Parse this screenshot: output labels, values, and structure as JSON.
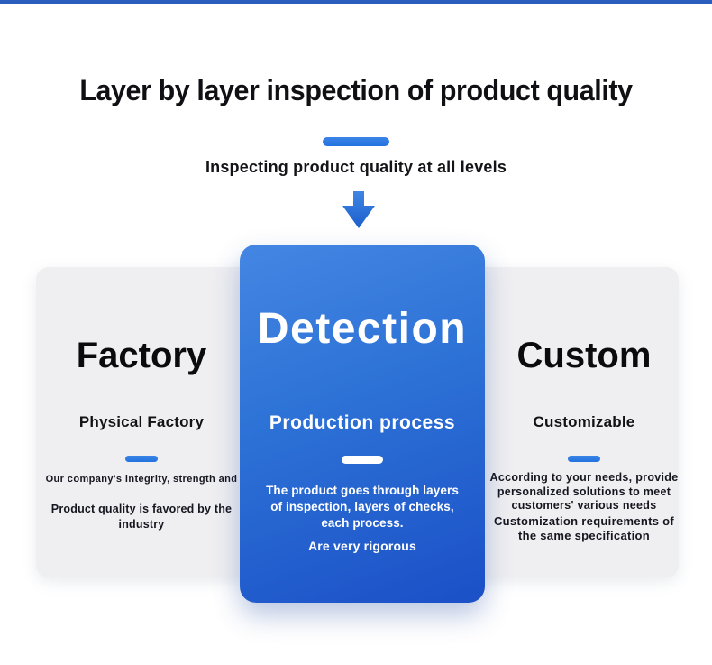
{
  "header": {
    "title": "Layer by layer inspection of product quality",
    "subtitle": "Inspecting product quality at all levels"
  },
  "cards": [
    {
      "id": "factory",
      "title": "Factory",
      "subtitle": "Physical Factory",
      "paragraphs": [
        "Our company's integrity, strength and",
        "Product quality is favored by the industry"
      ]
    },
    {
      "id": "detection",
      "title": "Detection",
      "subtitle": "Production process",
      "paragraphs": [
        "The product goes through layers of inspection, layers of checks, each process.",
        "Are very rigorous"
      ]
    },
    {
      "id": "custom",
      "title": "Custom",
      "subtitle": "Customizable",
      "paragraphs": [
        "According to your needs, provide personalized solutions to meet customers' various needs",
        "Customization requirements of the same specification"
      ]
    }
  ],
  "colors": {
    "top_bar": "#2b5dbd",
    "accent": "#2273e0",
    "arrow_top": "#3f86e2",
    "arrow_bottom": "#1c5ecd",
    "card_gray": "#efeff1",
    "blue_card_top": "#4486e3",
    "blue_card_mid": "#2d72d6",
    "blue_card_bottom": "#1b50c7",
    "title_text": "#101014",
    "body_text": "#16161f",
    "white": "#ffffff"
  }
}
